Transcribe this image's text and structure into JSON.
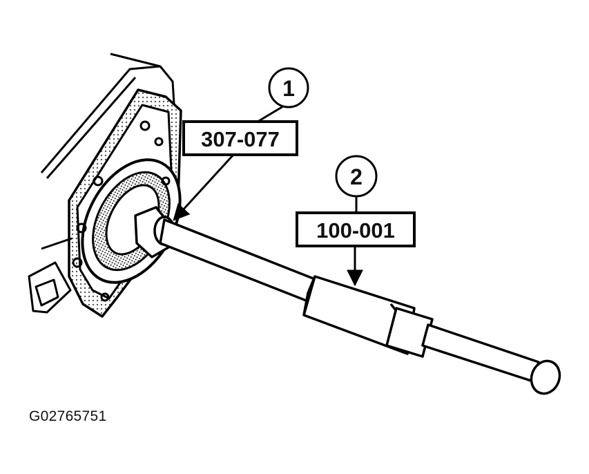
{
  "callouts": [
    {
      "number": "1",
      "tool_number": "307-077"
    },
    {
      "number": "2",
      "tool_number": "100-001"
    }
  ],
  "figure_id": "G02765751"
}
